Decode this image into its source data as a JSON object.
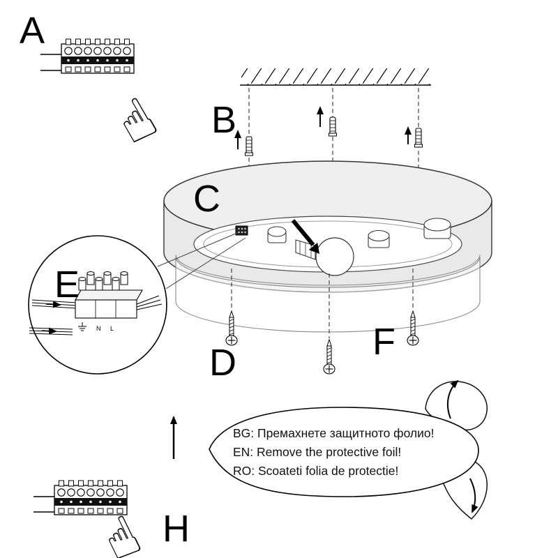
{
  "steps": {
    "a": "A",
    "b": "B",
    "c": "C",
    "d": "D",
    "e": "E",
    "f": "F",
    "h": "H"
  },
  "bubble": {
    "bg": "BG: Премахнете защитното фолио!",
    "en": "EN: Remove the protective foil!",
    "ro": "RO: Scoateti folia de protectie!"
  },
  "detail": {
    "n": "N",
    "l": "L"
  },
  "icons": {
    "hand": "☝"
  },
  "colors": {
    "shade_gray": "#e9e9e9",
    "line": "#000000"
  }
}
